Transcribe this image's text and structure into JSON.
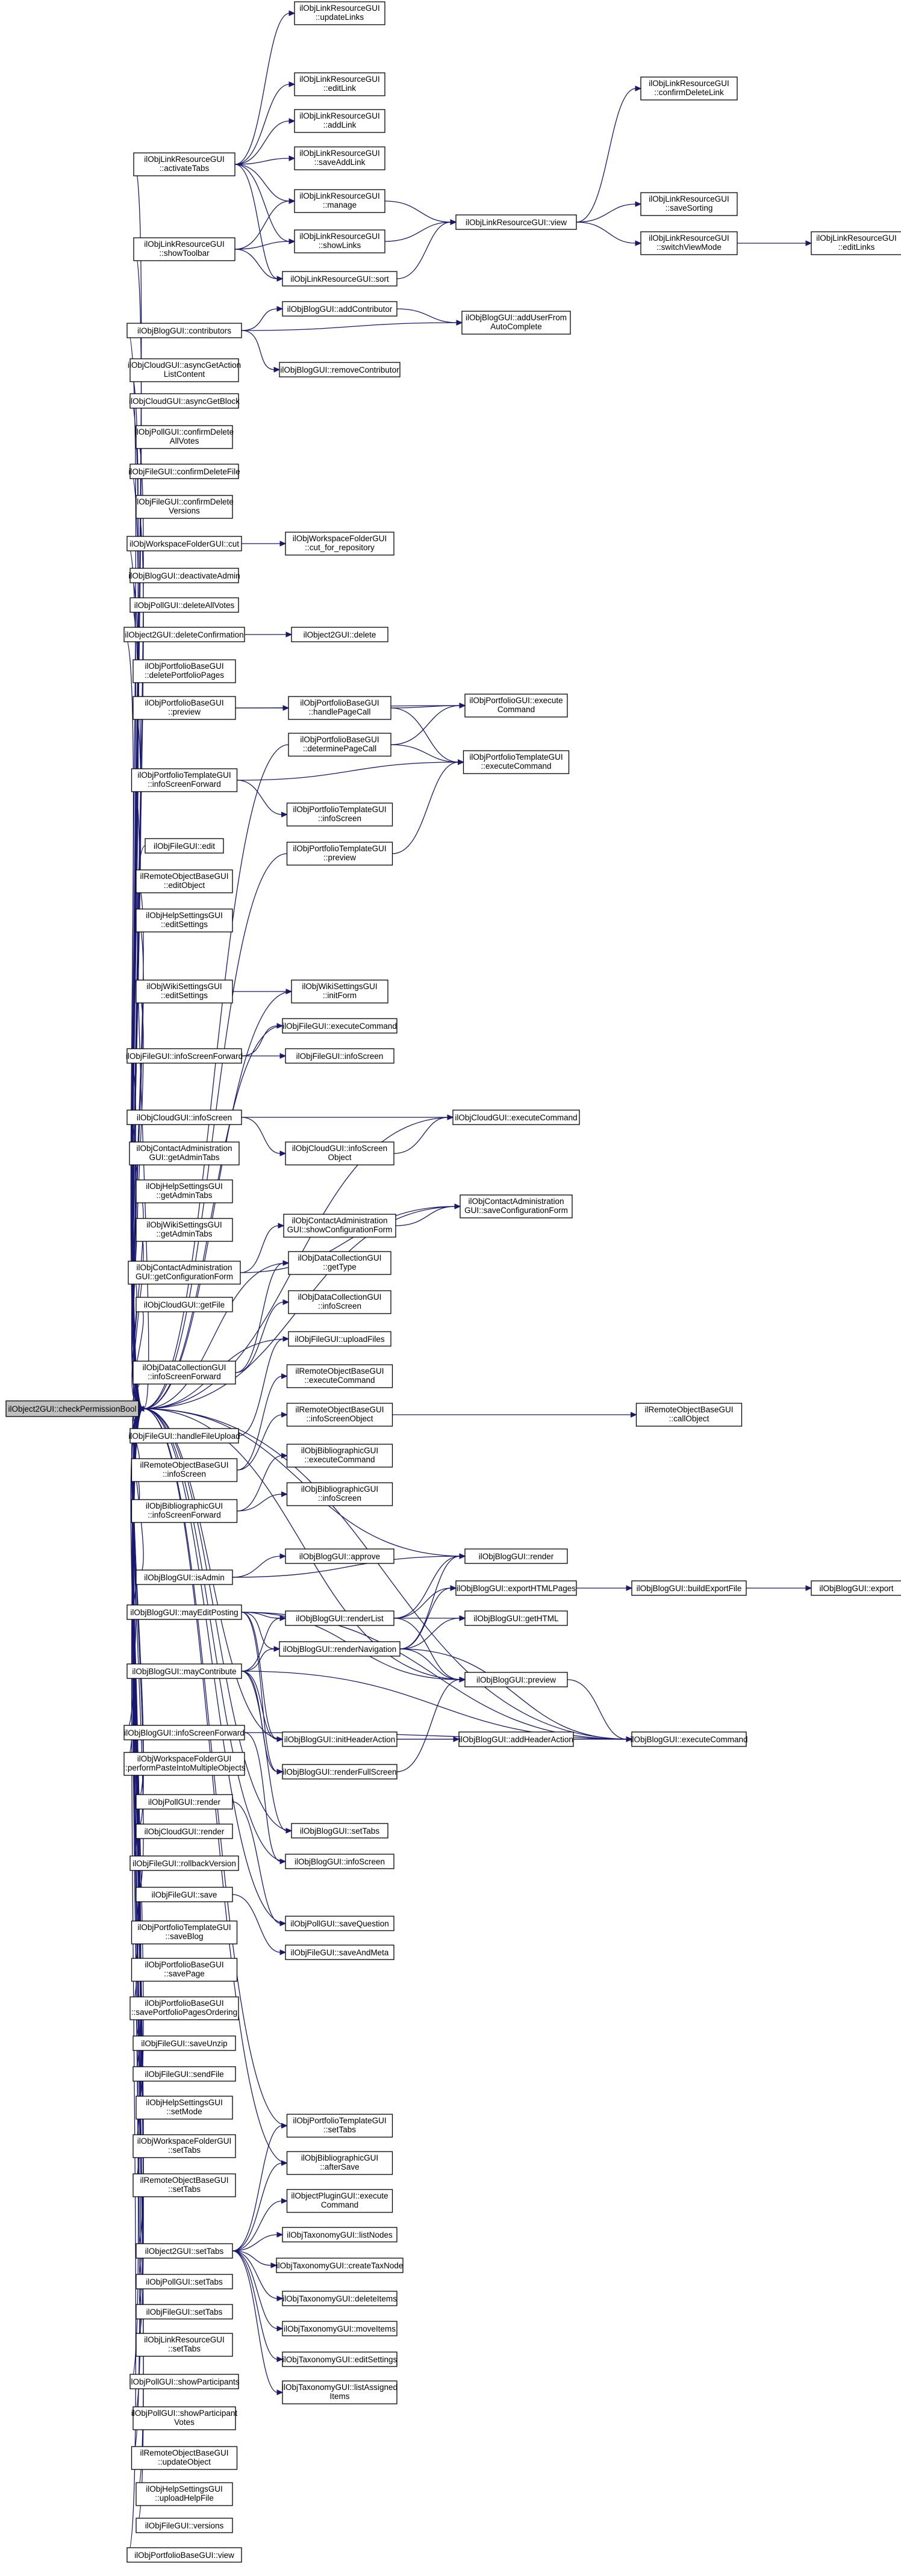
{
  "graph": {
    "root": "root",
    "nodes": {
      "root": [
        "ilObject2GUI::checkPermissionBool"
      ],
      "lr_activateTabs": [
        "ilObjLinkResourceGUI",
        "::activateTabs"
      ],
      "lr_showToolbar": [
        "ilObjLinkResourceGUI",
        "::showToolbar"
      ],
      "lr_updateLinks": [
        "ilObjLinkResourceGUI",
        "::updateLinks"
      ],
      "lr_editLink": [
        "ilObjLinkResourceGUI",
        "::editLink"
      ],
      "lr_addLink": [
        "ilObjLinkResourceGUI",
        "::addLink"
      ],
      "lr_saveAddLink": [
        "ilObjLinkResourceGUI",
        "::saveAddLink"
      ],
      "lr_manage": [
        "ilObjLinkResourceGUI",
        "::manage"
      ],
      "lr_showLinks": [
        "ilObjLinkResourceGUI",
        "::showLinks"
      ],
      "lr_sort": [
        "ilObjLinkResourceGUI::sort"
      ],
      "lr_view": [
        "ilObjLinkResourceGUI::view"
      ],
      "lr_confirmDeleteLink": [
        "ilObjLinkResourceGUI",
        "::confirmDeleteLink"
      ],
      "lr_saveSorting": [
        "ilObjLinkResourceGUI",
        "::saveSorting"
      ],
      "lr_switchViewMode": [
        "ilObjLinkResourceGUI",
        "::switchViewMode"
      ],
      "lr_editLinks": [
        "ilObjLinkResourceGUI",
        "::editLinks"
      ],
      "blog_contributors": [
        "ilObjBlogGUI::contributors"
      ],
      "blog_addContributor": [
        "ilObjBlogGUI::addContributor"
      ],
      "blog_addUserFromAutoComplete": [
        "ilObjBlogGUI::addUserFrom",
        "AutoComplete"
      ],
      "blog_removeContributor": [
        "ilObjBlogGUI::removeContributor"
      ],
      "cloud_asyncGetActionListContent": [
        "ilObjCloudGUI::asyncGetAction",
        "ListContent"
      ],
      "cloud_asyncGetBlock": [
        "ilObjCloudGUI::asyncGetBlock"
      ],
      "poll_confirmDeleteAllVotes": [
        "ilObjPollGUI::confirmDelete",
        "AllVotes"
      ],
      "file_confirmDeleteFile": [
        "ilObjFileGUI::confirmDeleteFile"
      ],
      "file_confirmDeleteVersions": [
        "ilObjFileGUI::confirmDelete",
        "Versions"
      ],
      "wsf_cut": [
        "ilObjWorkspaceFolderGUI::cut"
      ],
      "wsf_cut_for_repository": [
        "ilObjWorkspaceFolderGUI",
        "::cut_for_repository"
      ],
      "blog_deactivateAdmin": [
        "ilObjBlogGUI::deactivateAdmin"
      ],
      "poll_deleteAllVotes": [
        "ilObjPollGUI::deleteAllVotes"
      ],
      "o2_deleteConfirmation": [
        "ilObject2GUI::deleteConfirmation"
      ],
      "o2_delete": [
        "ilObject2GUI::delete"
      ],
      "pf_deletePortfolioPages": [
        "ilObjPortfolioBaseGUI",
        "::deletePortfolioPages"
      ],
      "pf_preview": [
        "ilObjPortfolioBaseGUI",
        "::preview"
      ],
      "pf_handlePageCall": [
        "ilObjPortfolioBaseGUI",
        "::handlePageCall"
      ],
      "pf_determinePageCall": [
        "ilObjPortfolioBaseGUI",
        "::determinePageCall"
      ],
      "pfo_executeCommand": [
        "ilObjPortfolioGUI::execute",
        "Command"
      ],
      "pt_executeCommand": [
        "ilObjPortfolioTemplateGUI",
        "::executeCommand"
      ],
      "pt_infoScreenForward": [
        "ilObjPortfolioTemplateGUI",
        "::infoScreenForward"
      ],
      "pt_infoScreen": [
        "ilObjPortfolioTemplateGUI",
        "::infoScreen"
      ],
      "pt_preview": [
        "ilObjPortfolioTemplateGUI",
        "::preview"
      ],
      "file_edit": [
        "ilObjFileGUI::edit"
      ],
      "rob_editObject": [
        "ilRemoteObjectBaseGUI",
        "::editObject"
      ],
      "help_editSettings": [
        "ilObjHelpSettingsGUI",
        "::editSettings"
      ],
      "wiki_editSettings": [
        "ilObjWikiSettingsGUI",
        "::editSettings"
      ],
      "wiki_initForm": [
        "ilObjWikiSettingsGUI",
        "::initForm"
      ],
      "file_executeCommand": [
        "ilObjFileGUI::executeCommand"
      ],
      "file_infoScreenForward": [
        "ilObjFileGUI::infoScreenForward"
      ],
      "file_infoScreen": [
        "ilObjFileGUI::infoScreen"
      ],
      "cloud_infoScreen": [
        "ilObjCloudGUI::infoScreen"
      ],
      "cloud_executeCommand": [
        "ilObjCloudGUI::executeCommand"
      ],
      "cloud_infoScreenObject": [
        "ilObjCloudGUI::infoScreen",
        "Object"
      ],
      "ca_getAdminTabs": [
        "ilObjContactAdministration",
        "GUI::getAdminTabs"
      ],
      "help_getAdminTabs": [
        "ilObjHelpSettingsGUI",
        "::getAdminTabs"
      ],
      "wiki_getAdminTabs": [
        "ilObjWikiSettingsGUI",
        "::getAdminTabs"
      ],
      "ca_getConfigurationForm": [
        "ilObjContactAdministration",
        "GUI::getConfigurationForm"
      ],
      "ca_showConfigurationForm": [
        "ilObjContactAdministration",
        "GUI::showConfigurationForm"
      ],
      "ca_saveConfigurationForm": [
        "ilObjContactAdministration",
        "GUI::saveConfigurationForm"
      ],
      "cloud_getFile": [
        "ilObjCloudGUI::getFile"
      ],
      "dc_getType": [
        "ilObjDataCollectionGUI",
        "::getType"
      ],
      "dc_infoScreenForward": [
        "ilObjDataCollectionGUI",
        "::infoScreenForward"
      ],
      "dc_infoScreen": [
        "ilObjDataCollectionGUI",
        "::infoScreen"
      ],
      "file_uploadFiles": [
        "ilObjFileGUI::uploadFiles"
      ],
      "file_handleFileUpload": [
        "ilObjFileGUI::handleFileUpload"
      ],
      "rob_executeCommand": [
        "ilRemoteObjectBaseGUI",
        "::executeCommand"
      ],
      "rob_infoScreen": [
        "ilRemoteObjectBaseGUI",
        "::infoScreen"
      ],
      "rob_infoScreenObject": [
        "ilRemoteObjectBaseGUI",
        "::infoScreenObject"
      ],
      "rob_callObject": [
        "ilRemoteObjectBaseGUI",
        "::callObject"
      ],
      "bib_infoScreenForward": [
        "ilObjBibliographicGUI",
        "::infoScreenForward"
      ],
      "bib_executeCommand": [
        "ilObjBibliographicGUI",
        "::executeCommand"
      ],
      "bib_infoScreen": [
        "ilObjBibliographicGUI",
        "::infoScreen"
      ],
      "blog_isAdmin": [
        "ilObjBlogGUI::isAdmin"
      ],
      "blog_approve": [
        "ilObjBlogGUI::approve"
      ],
      "blog_render": [
        "ilObjBlogGUI::render"
      ],
      "blog_mayEditPosting": [
        "ilObjBlogGUI::mayEditPosting"
      ],
      "blog_renderList": [
        "ilObjBlogGUI::renderList"
      ],
      "blog_exportHTMLPages": [
        "ilObjBlogGUI::exportHTMLPages"
      ],
      "blog_buildExportFile": [
        "ilObjBlogGUI::buildExportFile"
      ],
      "blog_export": [
        "ilObjBlogGUI::export"
      ],
      "blog_getHTML": [
        "ilObjBlogGUI::getHTML"
      ],
      "blog_renderNavigation": [
        "ilObjBlogGUI::renderNavigation"
      ],
      "blog_mayContribute": [
        "ilObjBlogGUI::mayContribute"
      ],
      "blog_preview": [
        "ilObjBlogGUI::preview"
      ],
      "blog_initHeaderAction": [
        "ilObjBlogGUI::initHeaderAction"
      ],
      "blog_addHeaderAction": [
        "ilObjBlogGUI::addHeaderAction"
      ],
      "blog_executeCommand": [
        "ilObjBlogGUI::executeCommand"
      ],
      "blog_infoScreenForward": [
        "ilObjBlogGUI::infoScreenForward"
      ],
      "blog_renderFullScreen": [
        "ilObjBlogGUI::renderFullScreen"
      ],
      "wsf_performPasteIntoMultipleObjects": [
        "ilObjWorkspaceFolderGUI",
        "::performPasteIntoMultipleObjects"
      ],
      "poll_render": [
        "ilObjPollGUI::render"
      ],
      "blog_setTabs": [
        "ilObjBlogGUI::setTabs"
      ],
      "cloud_render": [
        "ilObjCloudGUI::render"
      ],
      "blog_infoScreen": [
        "ilObjBlogGUI::infoScreen"
      ],
      "file_rollbackVersion": [
        "ilObjFileGUI::rollbackVersion"
      ],
      "file_save": [
        "ilObjFileGUI::save"
      ],
      "poll_saveQuestion": [
        "ilObjPollGUI::saveQuestion"
      ],
      "file_saveAndMeta": [
        "ilObjFileGUI::saveAndMeta"
      ],
      "pt_saveBlog": [
        "ilObjPortfolioTemplateGUI",
        "::saveBlog"
      ],
      "pf_savePage": [
        "ilObjPortfolioBaseGUI",
        "::savePage"
      ],
      "pf_savePortfolioPagesOrdering": [
        "ilObjPortfolioBaseGUI",
        "::savePortfolioPagesOrdering"
      ],
      "file_saveUnzip": [
        "ilObjFileGUI::saveUnzip"
      ],
      "file_sendFile": [
        "ilObjFileGUI::sendFile"
      ],
      "help_setMode": [
        "ilObjHelpSettingsGUI",
        "::setMode"
      ],
      "wsf_setTabs": [
        "ilObjWorkspaceFolderGUI",
        "::setTabs"
      ],
      "rob_setTabs": [
        "ilRemoteObjectBaseGUI",
        "::setTabs"
      ],
      "pt_setTabs": [
        "ilObjPortfolioTemplateGUI",
        "::setTabs"
      ],
      "bib_afterSave": [
        "ilObjBibliographicGUI",
        "::afterSave"
      ],
      "o2_setTabs": [
        "ilObject2GUI::setTabs"
      ],
      "plugin_executeCommand": [
        "ilObjectPluginGUI::execute",
        "Command"
      ],
      "tax_listNodes": [
        "ilObjTaxonomyGUI::listNodes"
      ],
      "poll_setTabs": [
        "ilObjPollGUI::setTabs"
      ],
      "tax_createTaxNode": [
        "ilObjTaxonomyGUI::createTaxNode"
      ],
      "file_setTabs": [
        "ilObjFileGUI::setTabs"
      ],
      "tax_deleteItems": [
        "ilObjTaxonomyGUI::deleteItems"
      ],
      "lr_setTabs": [
        "ilObjLinkResourceGUI",
        "::setTabs"
      ],
      "tax_moveItems": [
        "ilObjTaxonomyGUI::moveItems"
      ],
      "tax_editSettings": [
        "ilObjTaxonomyGUI::editSettings"
      ],
      "poll_showParticipants": [
        "ilObjPollGUI::showParticipants"
      ],
      "tax_listAssignedItems": [
        "ilObjTaxonomyGUI::listAssigned",
        "Items"
      ],
      "poll_showParticipantVotes": [
        "ilObjPollGUI::showParticipant",
        "Votes"
      ],
      "rob_updateObject": [
        "ilRemoteObjectBaseGUI",
        "::updateObject"
      ],
      "help_uploadHelpFile": [
        "ilObjHelpSettingsGUI",
        "::uploadHelpFile"
      ],
      "file_versions": [
        "ilObjFileGUI::versions"
      ],
      "pf_view": [
        "ilObjPortfolioBaseGUI::view"
      ]
    }
  }
}
